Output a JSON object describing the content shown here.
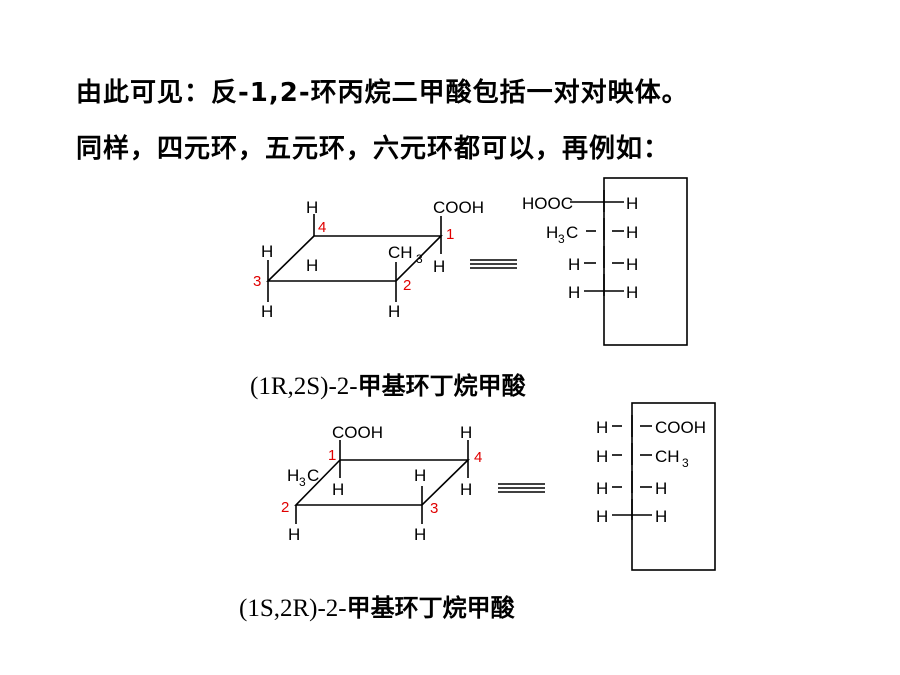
{
  "text": {
    "line1": "由此可见：反-1,2-环丙烷二甲酸包括一对对映体。",
    "line2": "同样，四元环，五元环，六元环都可以，再例如："
  },
  "structure1": {
    "caption_prefix": "(1R,2S)-2-",
    "caption_name": "甲基环丁烷甲酸",
    "ring": {
      "cooh": "COOH",
      "h": "H",
      "ch": "CH",
      "sub3": "3",
      "n1": "1",
      "n2": "2",
      "n3": "3",
      "n4": "4"
    },
    "fischer": {
      "r1_left": "HOOC",
      "r1_right": "H",
      "r2_left": "H",
      "r2_sub": "3",
      "r2_c": "C",
      "r2_right": "H",
      "r3_left": "H",
      "r3_right": "H",
      "r4_left": "H",
      "r4_right": "H"
    }
  },
  "structure2": {
    "caption_prefix": "(1S,2R)-2-",
    "caption_name": "甲基环丁烷甲酸",
    "ring": {
      "cooh": "COOH",
      "h": "H",
      "hc": "H",
      "sub3": "3",
      "c": "C",
      "n1": "1",
      "n2": "2",
      "n3": "3",
      "n4": "4"
    },
    "fischer": {
      "r1_left": "H",
      "r1_right": "COOH",
      "r2_left": "H",
      "r2_right": "CH",
      "r2_sub": "3",
      "r3_left": "H",
      "r3_right": "H",
      "r4_left": "H",
      "r4_right": "H"
    }
  }
}
